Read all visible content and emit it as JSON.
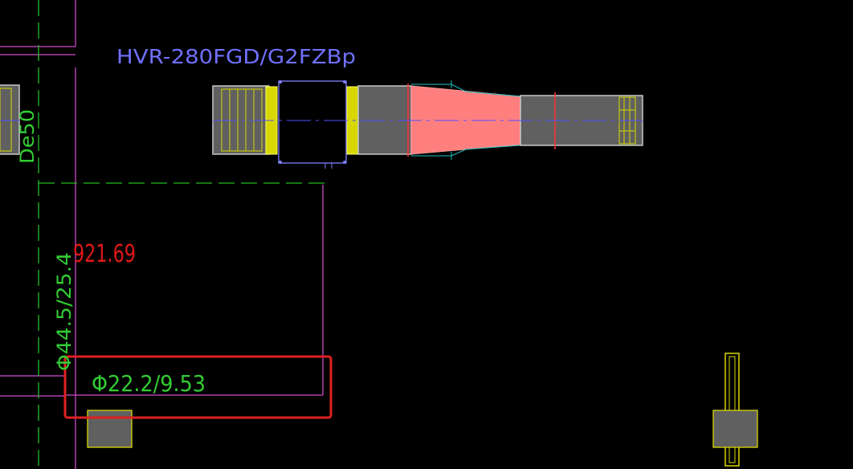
{
  "drawing": {
    "model_label": "HVR-280FGD/G2FZBp",
    "pipe_size_vertical": "De50",
    "pipe_spec_vertical": "Φ44.5/25.4",
    "elevation_value": "921.69",
    "pipe_spec_highlighted": "Φ22.2/9.53"
  },
  "colors": {
    "background": "#000000",
    "wall_line": "#b040b0",
    "green_dashed": "#22bb22",
    "model_text": "#7070ff",
    "green_text": "#33cc33",
    "red_text": "#e01818",
    "highlight_box": "#e02020",
    "equipment_fill": "#606060",
    "equipment_stroke": "#c8c8c8",
    "yellow_trim": "#d8d800",
    "transition_pink": "#ff7f7f",
    "unit_outline": "#8080ff",
    "cyan": "#20c0c0"
  },
  "icons": [
    "duct-unit-icon",
    "fan-coil-icon",
    "pipe-riser-icon"
  ]
}
